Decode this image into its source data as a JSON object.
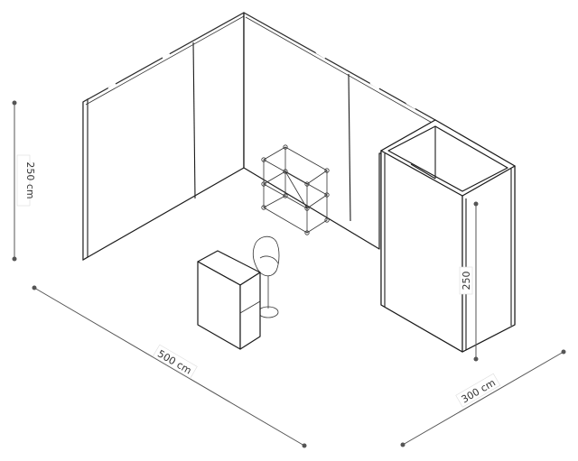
{
  "dimensions": {
    "height_left": "250 cm",
    "width": "500 cm",
    "depth": "300 cm",
    "height_storage": "250"
  }
}
